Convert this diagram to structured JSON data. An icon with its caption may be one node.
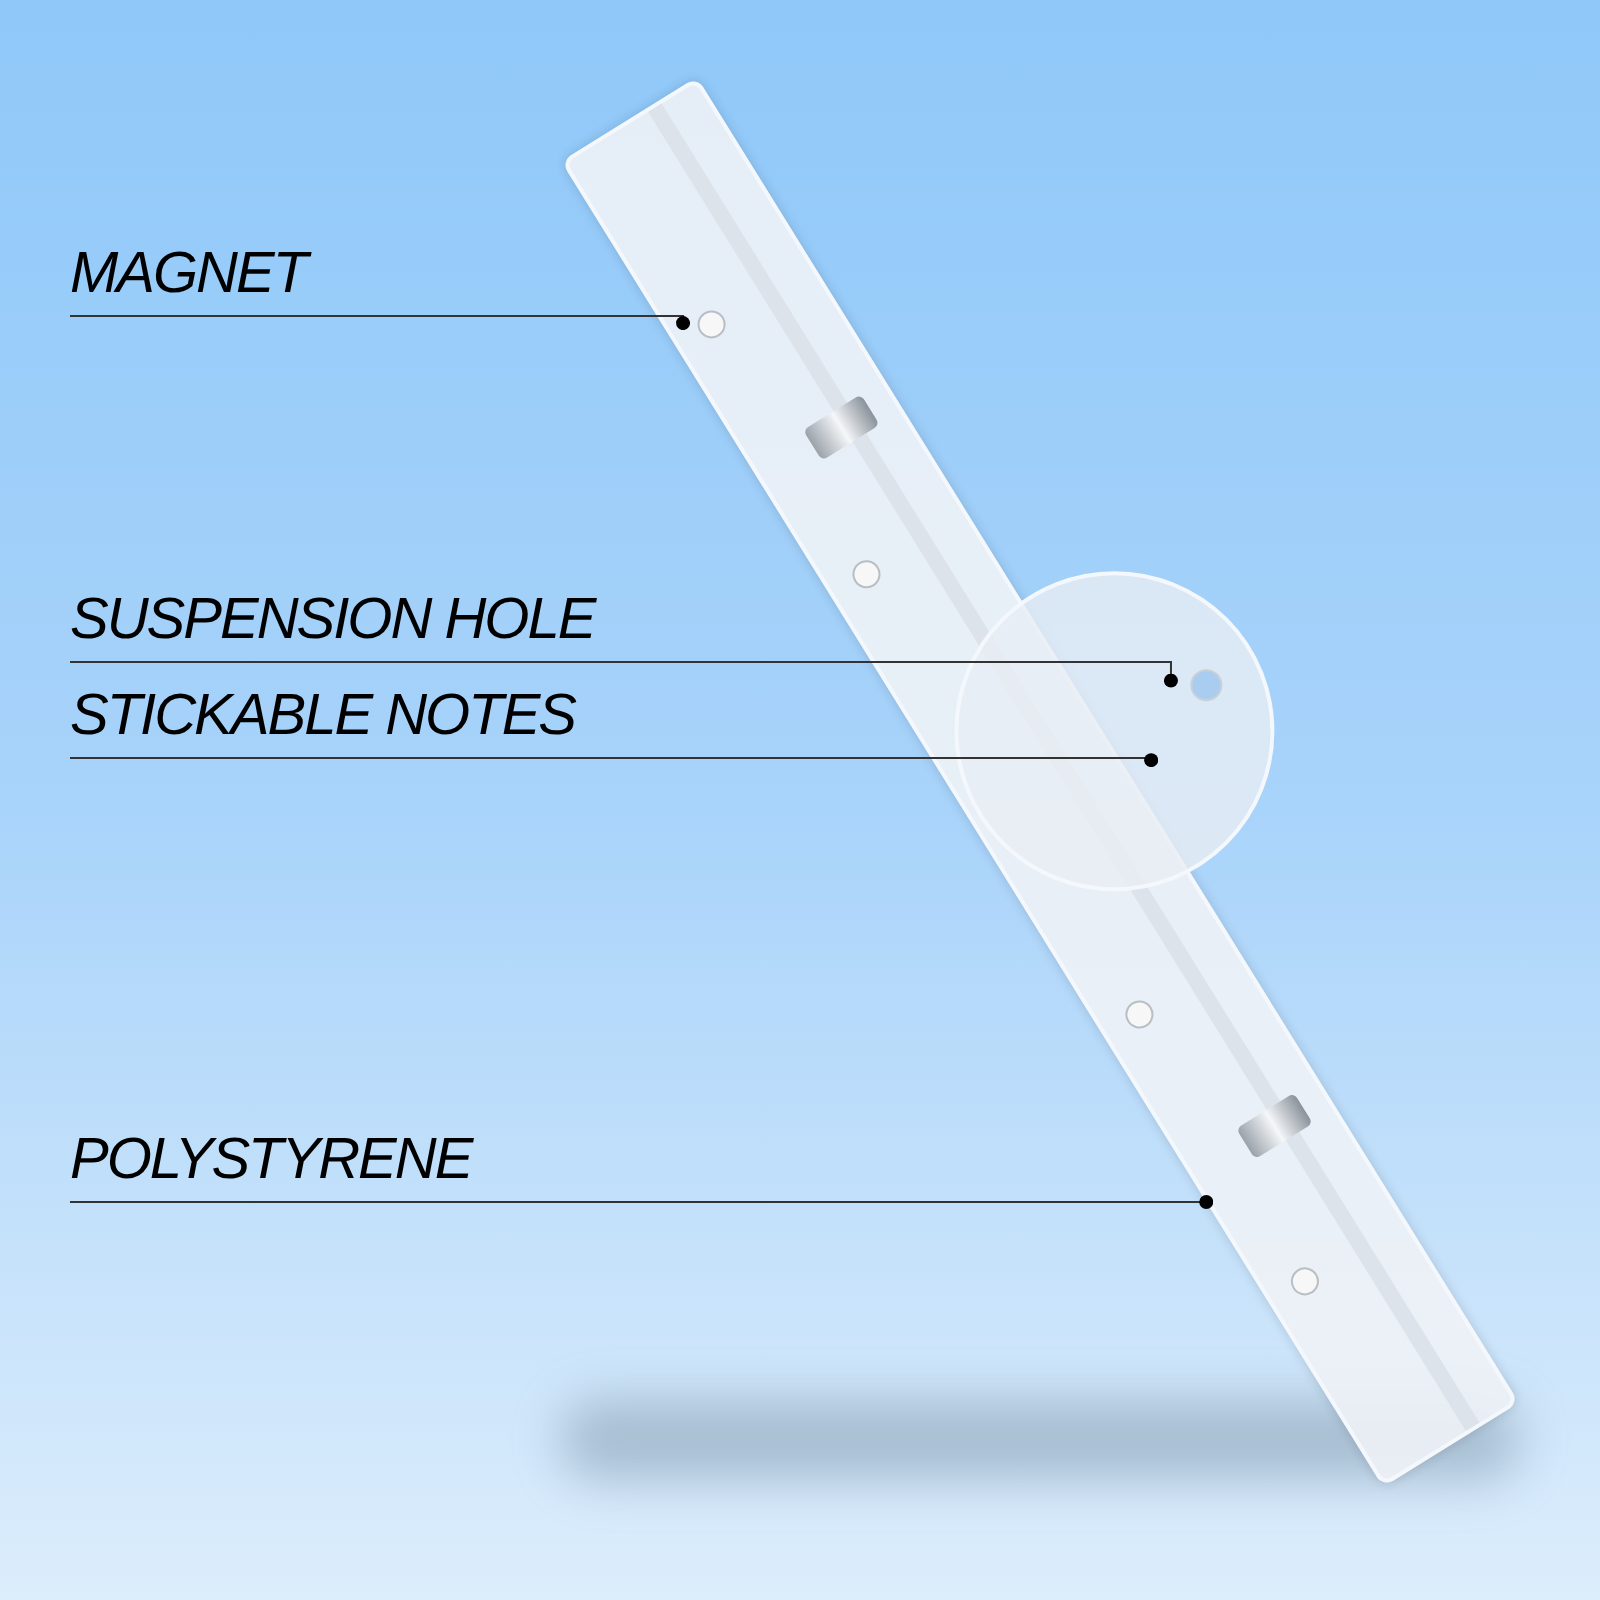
{
  "diagram": {
    "nodes": [
      {
        "text": [
          "MAGNET"
        ]
      },
      {
        "text": [
          "SUSPENSION HOLE"
        ]
      },
      {
        "text": [
          "STICKABLE NOTES"
        ]
      },
      {
        "text": [
          "POLYSTYRENE"
        ]
      },
      {
        "text": [],
        "shape": "bar"
      },
      {
        "text": [],
        "shape": "circle",
        "in": 4
      },
      {
        "text": [],
        "shape": "circle",
        "in": 4
      },
      {
        "text": [],
        "shape": "circle",
        "in": 6
      }
    ],
    "edges": [
      {
        "from": 0,
        "to": 5,
        "arrow": "other"
      },
      {
        "from": 1,
        "to": 7,
        "arrow": "other"
      },
      {
        "from": 2,
        "to": 6,
        "arrow": "other"
      },
      {
        "from": 3,
        "to": 4,
        "arrow": "other"
      }
    ]
  }
}
